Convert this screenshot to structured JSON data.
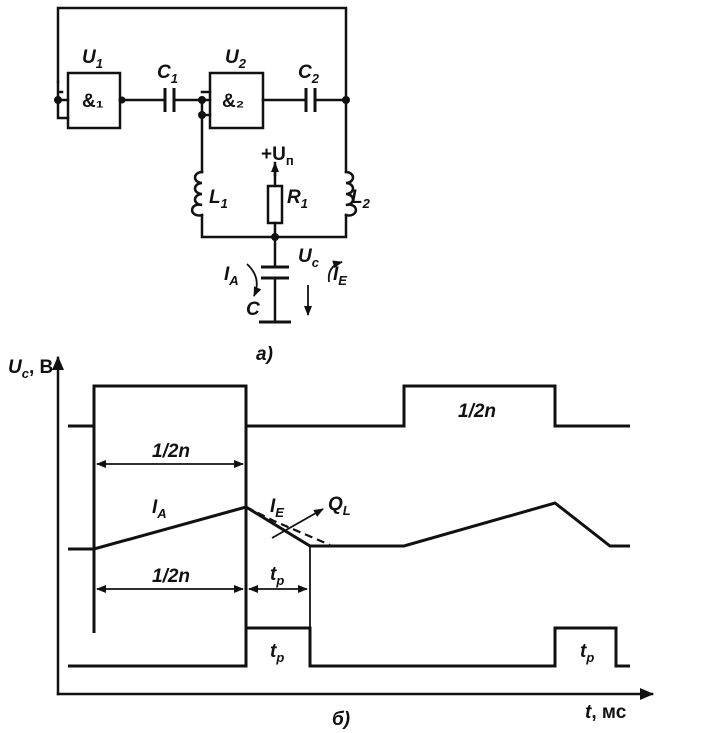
{
  "circuit": {
    "caption": "а)",
    "gate1": {
      "name": "U",
      "index": "1",
      "symbol": "&₁"
    },
    "gate2": {
      "name": "U",
      "index": "2",
      "symbol": "&₂"
    },
    "c1": {
      "name": "C",
      "index": "1"
    },
    "c2": {
      "name": "C",
      "index": "2"
    },
    "l1": {
      "name": "L",
      "index": "1"
    },
    "l2": {
      "name": "L",
      "index": "2"
    },
    "r1": {
      "name": "R",
      "index": "1"
    },
    "supply": {
      "prefix": "+U",
      "index": "п"
    },
    "cap_c": "C",
    "uc": {
      "name": "U",
      "index": "c"
    },
    "ia": {
      "name": "I",
      "index": "A"
    },
    "ie": {
      "name": "I",
      "index": "E"
    }
  },
  "timing": {
    "caption": "б)",
    "y_axis": {
      "name": "U",
      "index": "c",
      "unit": ", В"
    },
    "x_axis": {
      "name": "t",
      "unit": ", мс"
    },
    "half_period_1": "1/2n",
    "half_period_2": "1/2n",
    "half_period_3": "1/2n",
    "ia": {
      "name": "I",
      "index": "A"
    },
    "ie": {
      "name": "I",
      "index": "E"
    },
    "ql": {
      "name": "Q",
      "index": "L"
    },
    "tp_1": {
      "name": "t",
      "index": "p"
    },
    "tp_2": {
      "name": "t",
      "index": "p"
    },
    "tp_3": {
      "name": "t",
      "index": "p"
    }
  }
}
